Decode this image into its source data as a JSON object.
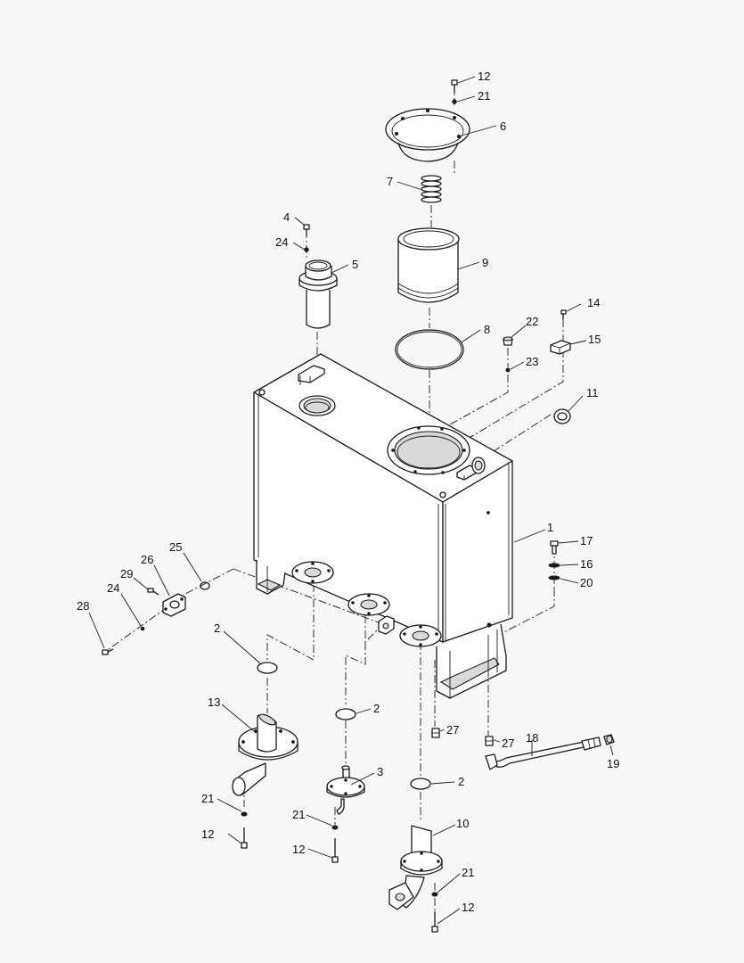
{
  "diagram": {
    "kind": "exploded parts diagram",
    "callouts": [
      {
        "id": "c12a",
        "text": "12"
      },
      {
        "id": "c21a",
        "text": "21"
      },
      {
        "id": "c6",
        "text": "6"
      },
      {
        "id": "c7",
        "text": "7"
      },
      {
        "id": "c4",
        "text": "4"
      },
      {
        "id": "c24a",
        "text": "24"
      },
      {
        "id": "c5",
        "text": "5"
      },
      {
        "id": "c9",
        "text": "9"
      },
      {
        "id": "c8",
        "text": "8"
      },
      {
        "id": "c22",
        "text": "22"
      },
      {
        "id": "c23",
        "text": "23"
      },
      {
        "id": "c14",
        "text": "14"
      },
      {
        "id": "c15",
        "text": "15"
      },
      {
        "id": "c11",
        "text": "11"
      },
      {
        "id": "c1",
        "text": "1"
      },
      {
        "id": "c17",
        "text": "17"
      },
      {
        "id": "c16",
        "text": "16"
      },
      {
        "id": "c20",
        "text": "20"
      },
      {
        "id": "c25",
        "text": "25"
      },
      {
        "id": "c26",
        "text": "26"
      },
      {
        "id": "c29",
        "text": "29"
      },
      {
        "id": "c24b",
        "text": "24"
      },
      {
        "id": "c28",
        "text": "28"
      },
      {
        "id": "c2a",
        "text": "2"
      },
      {
        "id": "c2b",
        "text": "2"
      },
      {
        "id": "c2c",
        "text": "2"
      },
      {
        "id": "c13",
        "text": "13"
      },
      {
        "id": "c3",
        "text": "3"
      },
      {
        "id": "c27a",
        "text": "27"
      },
      {
        "id": "c27b",
        "text": "27"
      },
      {
        "id": "c18",
        "text": "18"
      },
      {
        "id": "c19",
        "text": "19"
      },
      {
        "id": "c10",
        "text": "10"
      },
      {
        "id": "c21b",
        "text": "21"
      },
      {
        "id": "c12b",
        "text": "12"
      },
      {
        "id": "c21c",
        "text": "21"
      },
      {
        "id": "c12c",
        "text": "12"
      },
      {
        "id": "c21d",
        "text": "21"
      },
      {
        "id": "c12d",
        "text": "12"
      }
    ]
  }
}
